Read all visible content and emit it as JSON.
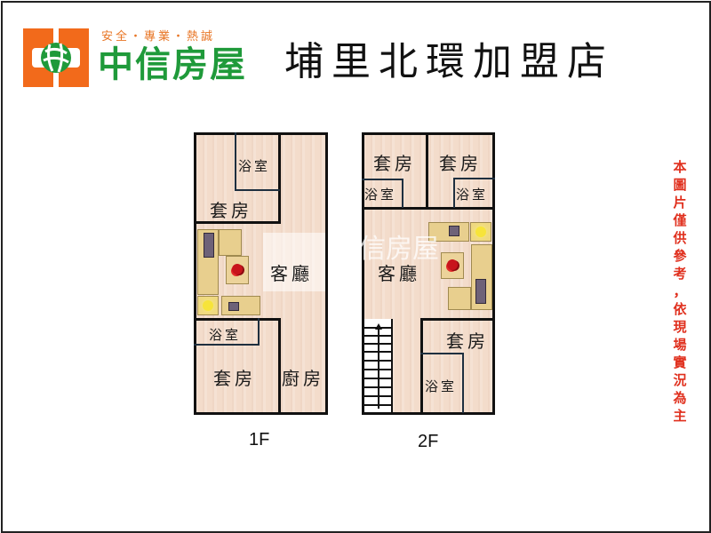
{
  "logo": {
    "slogan": "安全・專業・熱誠",
    "brand": "中信房屋",
    "mark_icon": "sinyi-globe-logo-icon",
    "colors": {
      "orange": "#f26a1b",
      "green": "#1f9a3a"
    }
  },
  "header": {
    "store_name": "埔里北環加盟店"
  },
  "watermark": {
    "brand": "信房屋"
  },
  "floors": [
    {
      "label": "1F",
      "rooms": {
        "bath_top": "浴室",
        "suite_top": "套房",
        "living": "客廳",
        "bath_bottom": "浴室",
        "suite_bottom": "套房",
        "kitchen": "廚房"
      }
    },
    {
      "label": "2F",
      "rooms": {
        "suite_left": "套房",
        "suite_right": "套房",
        "bath_left": "浴室",
        "bath_right": "浴室",
        "living": "客廳",
        "suite_bottom": "套房",
        "bath_bottom": "浴室",
        "stairs_icon": "stairs-up-icon"
      }
    }
  ],
  "disclaimer": {
    "text": "本圖片僅供參考，依現場實況為主",
    "chars": [
      "本",
      "圖",
      "片",
      "僅",
      "供",
      "參",
      "考",
      "，",
      "依",
      "現",
      "場",
      "實",
      "況",
      "為",
      "主"
    ],
    "color": "#e0301e"
  }
}
